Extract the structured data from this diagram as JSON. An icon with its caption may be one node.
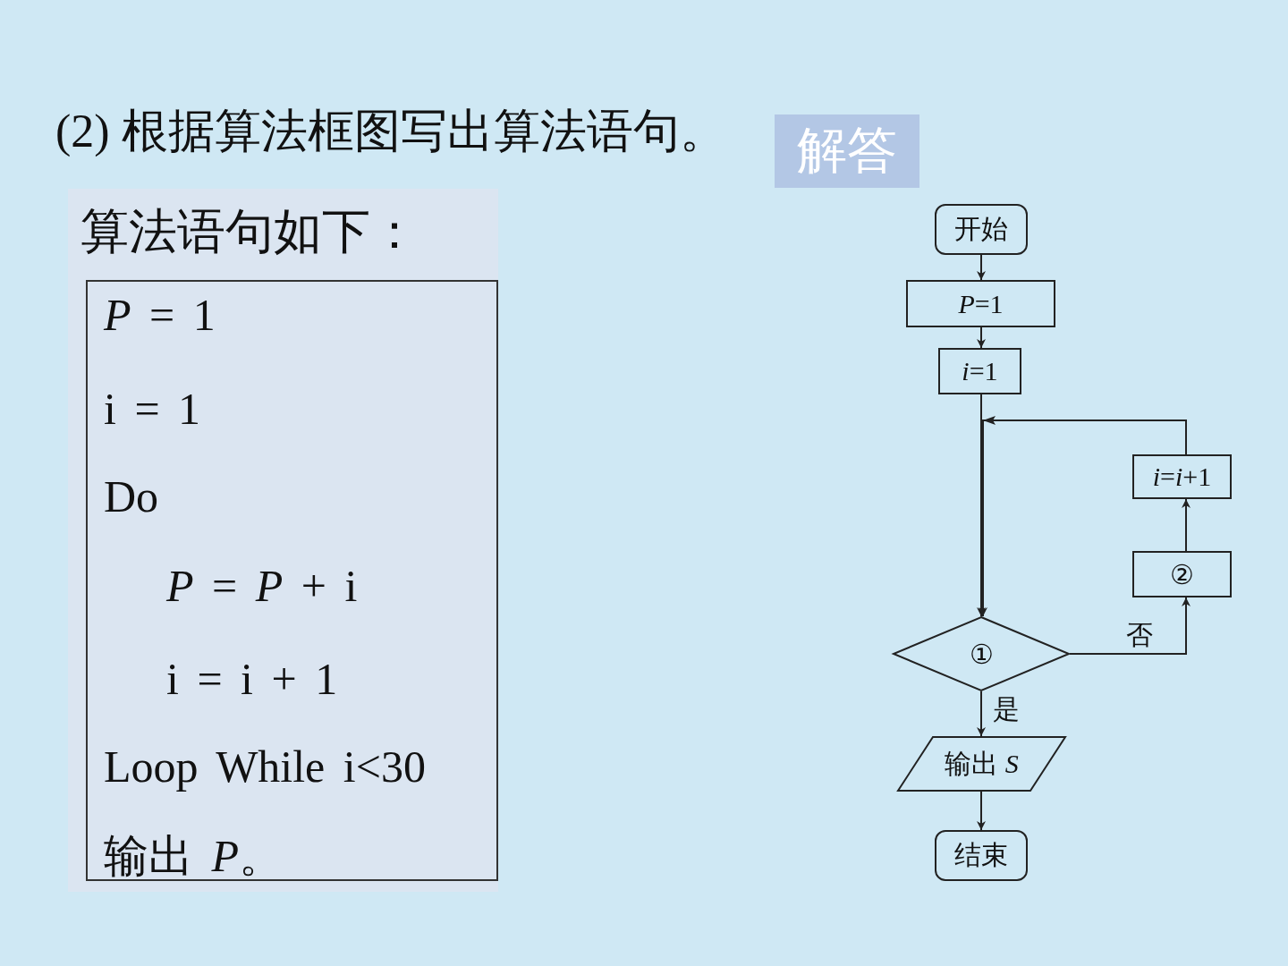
{
  "diagram": {
    "title": "(2) 根据算法框图写出算法语句。",
    "nodes": [
      {
        "text": [
          "解答"
        ]
      },
      {
        "text": [
          "算法语句如下："
        ]
      },
      {
        "text": [
          "*P* = 1",
          "i = 1",
          "Do",
          "*P* = *P* + i",
          "i = i + 1",
          "Loop While i<30",
          "输出 *P*。"
        ],
        "in": 1
      },
      {
        "text": [
          "开始"
        ]
      },
      {
        "text": [
          "*P*=1"
        ]
      },
      {
        "text": [
          "*i*=1"
        ]
      },
      {
        "text": [
          "①"
        ]
      },
      {
        "text": [
          "②"
        ]
      },
      {
        "text": [
          "*i*=*i*+1"
        ]
      },
      {
        "text": [
          "输出 *S*"
        ]
      },
      {
        "text": [
          "结束"
        ]
      }
    ],
    "edges": [
      {
        "from": 3,
        "to": 4,
        "arrow": "to"
      },
      {
        "from": 4,
        "to": 5,
        "arrow": "to"
      },
      {
        "from": 5,
        "to": 6,
        "arrow": "to"
      },
      {
        "from": 6,
        "to": 7,
        "arrow": "to",
        "label": "否"
      },
      {
        "from": 7,
        "to": 8,
        "arrow": "to"
      },
      {
        "from": 8,
        "to": 6,
        "arrow": "to"
      },
      {
        "from": 6,
        "to": 9,
        "arrow": "to",
        "label": "是"
      },
      {
        "from": 9,
        "to": 10,
        "arrow": "to"
      }
    ]
  }
}
